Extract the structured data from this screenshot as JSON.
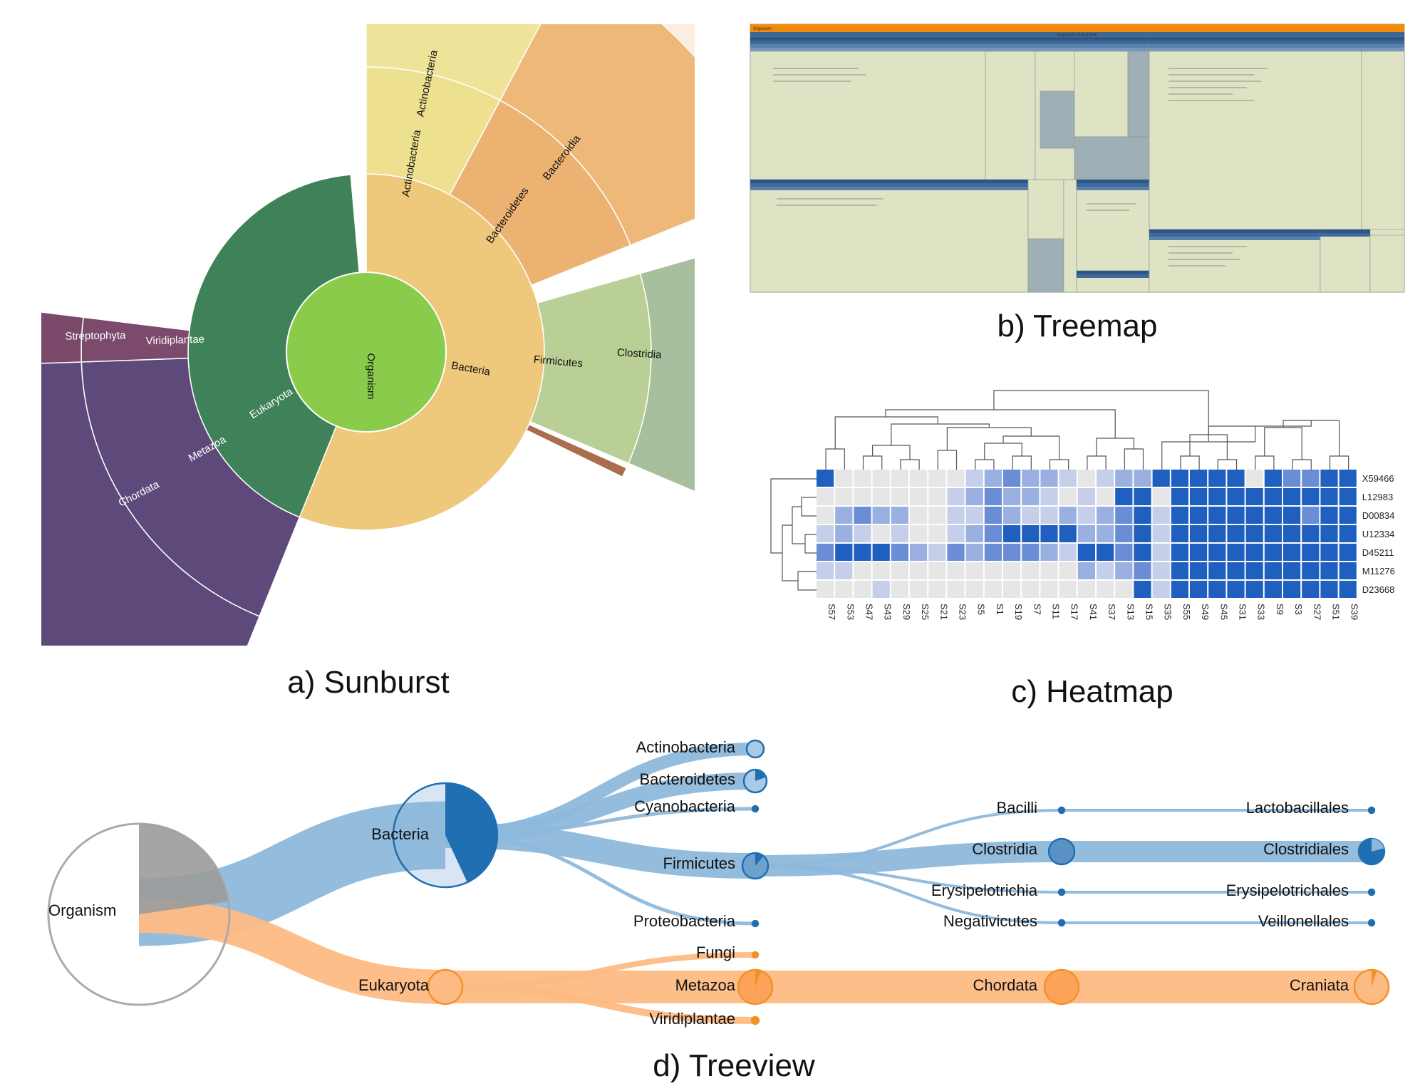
{
  "captions": {
    "sunburst": "a) Sunburst",
    "treemap": "b) Treemap",
    "heatmap": "c) Heatmap",
    "treeview": "d) Treeview"
  },
  "colors": {
    "bacteria": "#eec97b",
    "organism": "#8bcb4c",
    "actino": "#ede08f",
    "bactero": "#ebb271",
    "firmicutes": "#b9cf96",
    "clostridia": "#a7bf9c",
    "eukaryota": "#3f8158",
    "metazoa": "#5e4a7a",
    "viridiplantae": "#7c4a6c",
    "tree_blue": "#8db8db",
    "tree_blue_dark": "#1f6fb2",
    "tree_orange": "#fdbb84",
    "tree_orange_dark": "#f39128",
    "hm_strong": "#1f5fbf",
    "hm_empty": "#e8e8e8",
    "treemap_top": "#f28a0c",
    "treemap_fill": "#dde3c1",
    "treemap_head": "#27507f"
  },
  "sunburst": {
    "labels": {
      "organism": "Organism",
      "bacteria": "Bacteria",
      "actinobacteria_inner": "Actinobacteria",
      "actinobacteria_outer": "Actinobacteria",
      "bacteroidetes": "Bacteroidetes",
      "bacteroidia": "Bacteroidia",
      "firmicutes": "Firmicutes",
      "clostridia": "Clostridia",
      "eukaryota": "Eukaryota",
      "metazoa": "Metazoa",
      "chordata": "Chordata",
      "viridiplantae": "Viridiplantae",
      "streptophyta": "Streptophyta"
    }
  },
  "treemap": {
    "root": "Organism",
    "root_detail": "Organism (440/1994)"
  },
  "chart_data": {
    "type": "heatmap",
    "rows": [
      "X59466",
      "L12983",
      "D00834",
      "U12334",
      "D45211",
      "M11276",
      "D23668"
    ],
    "columns": [
      "S57",
      "S53",
      "S47",
      "S43",
      "S29",
      "S25",
      "S21",
      "S23",
      "S5",
      "S1",
      "S19",
      "S7",
      "S11",
      "S17",
      "S41",
      "S37",
      "S13",
      "S15",
      "S35",
      "S55",
      "S49",
      "S45",
      "S31",
      "S33",
      "S9",
      "S3",
      "S27",
      "S51",
      "S39"
    ],
    "values": [
      [
        4,
        0,
        0,
        0,
        0,
        0,
        0,
        0,
        1,
        2,
        3,
        2,
        2,
        1,
        0,
        1,
        2,
        2,
        4,
        4,
        4,
        4,
        4,
        0,
        4,
        3,
        3,
        4,
        4
      ],
      [
        0,
        0,
        0,
        0,
        0,
        0,
        0,
        1,
        2,
        3,
        2,
        2,
        1,
        0,
        1,
        0,
        4,
        4,
        0,
        4,
        4,
        4,
        4,
        4,
        4,
        4,
        4,
        4,
        4
      ],
      [
        0,
        2,
        3,
        2,
        2,
        0,
        0,
        1,
        1,
        3,
        2,
        1,
        1,
        2,
        1,
        2,
        3,
        4,
        1,
        4,
        4,
        4,
        4,
        4,
        4,
        4,
        3,
        4,
        4
      ],
      [
        1,
        2,
        1,
        0,
        1,
        0,
        0,
        1,
        2,
        3,
        4,
        4,
        4,
        4,
        2,
        2,
        3,
        4,
        1,
        4,
        4,
        4,
        4,
        4,
        4,
        4,
        4,
        4,
        4
      ],
      [
        3,
        4,
        4,
        4,
        3,
        2,
        1,
        3,
        2,
        3,
        3,
        3,
        2,
        1,
        4,
        4,
        3,
        4,
        1,
        4,
        4,
        4,
        4,
        4,
        4,
        4,
        4,
        4,
        4
      ],
      [
        1,
        1,
        0,
        0,
        0,
        0,
        0,
        0,
        0,
        0,
        0,
        0,
        0,
        0,
        2,
        1,
        2,
        3,
        1,
        4,
        4,
        4,
        4,
        4,
        4,
        4,
        4,
        4,
        4
      ],
      [
        0,
        0,
        0,
        1,
        0,
        0,
        0,
        0,
        0,
        0,
        0,
        0,
        0,
        0,
        0,
        0,
        0,
        4,
        1,
        4,
        4,
        4,
        4,
        4,
        4,
        4,
        4,
        4,
        4
      ]
    ],
    "value_levels": 5,
    "dendrograms": [
      "top",
      "left"
    ]
  },
  "treeview": {
    "nodes": {
      "organism": "Organism",
      "bacteria": "Bacteria",
      "eukaryota": "Eukaryota",
      "actinobacteria": "Actinobacteria",
      "bacteroidetes": "Bacteroidetes",
      "cyanobacteria": "Cyanobacteria",
      "firmicutes": "Firmicutes",
      "proteobacteria": "Proteobacteria",
      "fungi": "Fungi",
      "metazoa": "Metazoa",
      "viridiplantae": "Viridiplantae",
      "bacilli": "Bacilli",
      "clostridia": "Clostridia",
      "erysipelotrichia": "Erysipelotrichia",
      "negativicutes": "Negativicutes",
      "chordata": "Chordata",
      "lactobacillales": "Lactobacillales",
      "clostridiales": "Clostridiales",
      "erysipelotrichales": "Erysipelotrichales",
      "veillonellales": "Veillonellales",
      "craniata": "Craniata"
    }
  }
}
